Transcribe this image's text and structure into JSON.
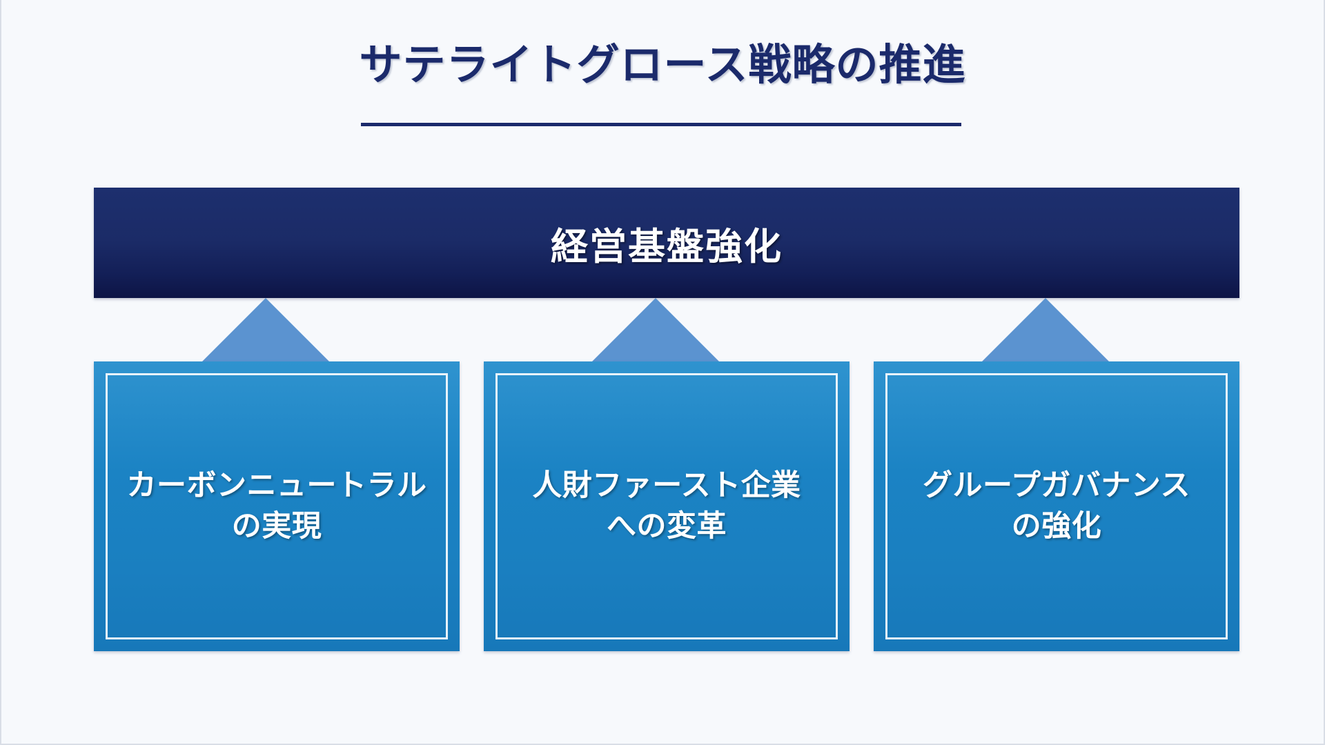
{
  "slide": {
    "title": "サテライトグロース戦略の推進",
    "background_color": "#f7f9fc",
    "title_color": "#1b2a6b"
  },
  "banner": {
    "label": "経営基盤強化",
    "fill_color": "#1b2b67",
    "text_color": "#ffffff"
  },
  "arrows": {
    "color": "#5b93d0",
    "count": 3
  },
  "pillars": [
    {
      "label": "カーボンニュートラル\nの実現",
      "line1": "カーボンニュートラル",
      "line2": "の実現",
      "fill_color": "#1b83c4",
      "border_color": "#e8f3fa",
      "text_color": "#ffffff"
    },
    {
      "label": "人財ファースト企業\nへの変革",
      "line1": "人財ファースト企業",
      "line2": "への変革",
      "fill_color": "#1b83c4",
      "border_color": "#e8f3fa",
      "text_color": "#ffffff"
    },
    {
      "label": "グループガバナンス\nの強化",
      "line1": "グループガバナンス",
      "line2": "の強化",
      "fill_color": "#1b83c4",
      "border_color": "#e8f3fa",
      "text_color": "#ffffff"
    }
  ]
}
